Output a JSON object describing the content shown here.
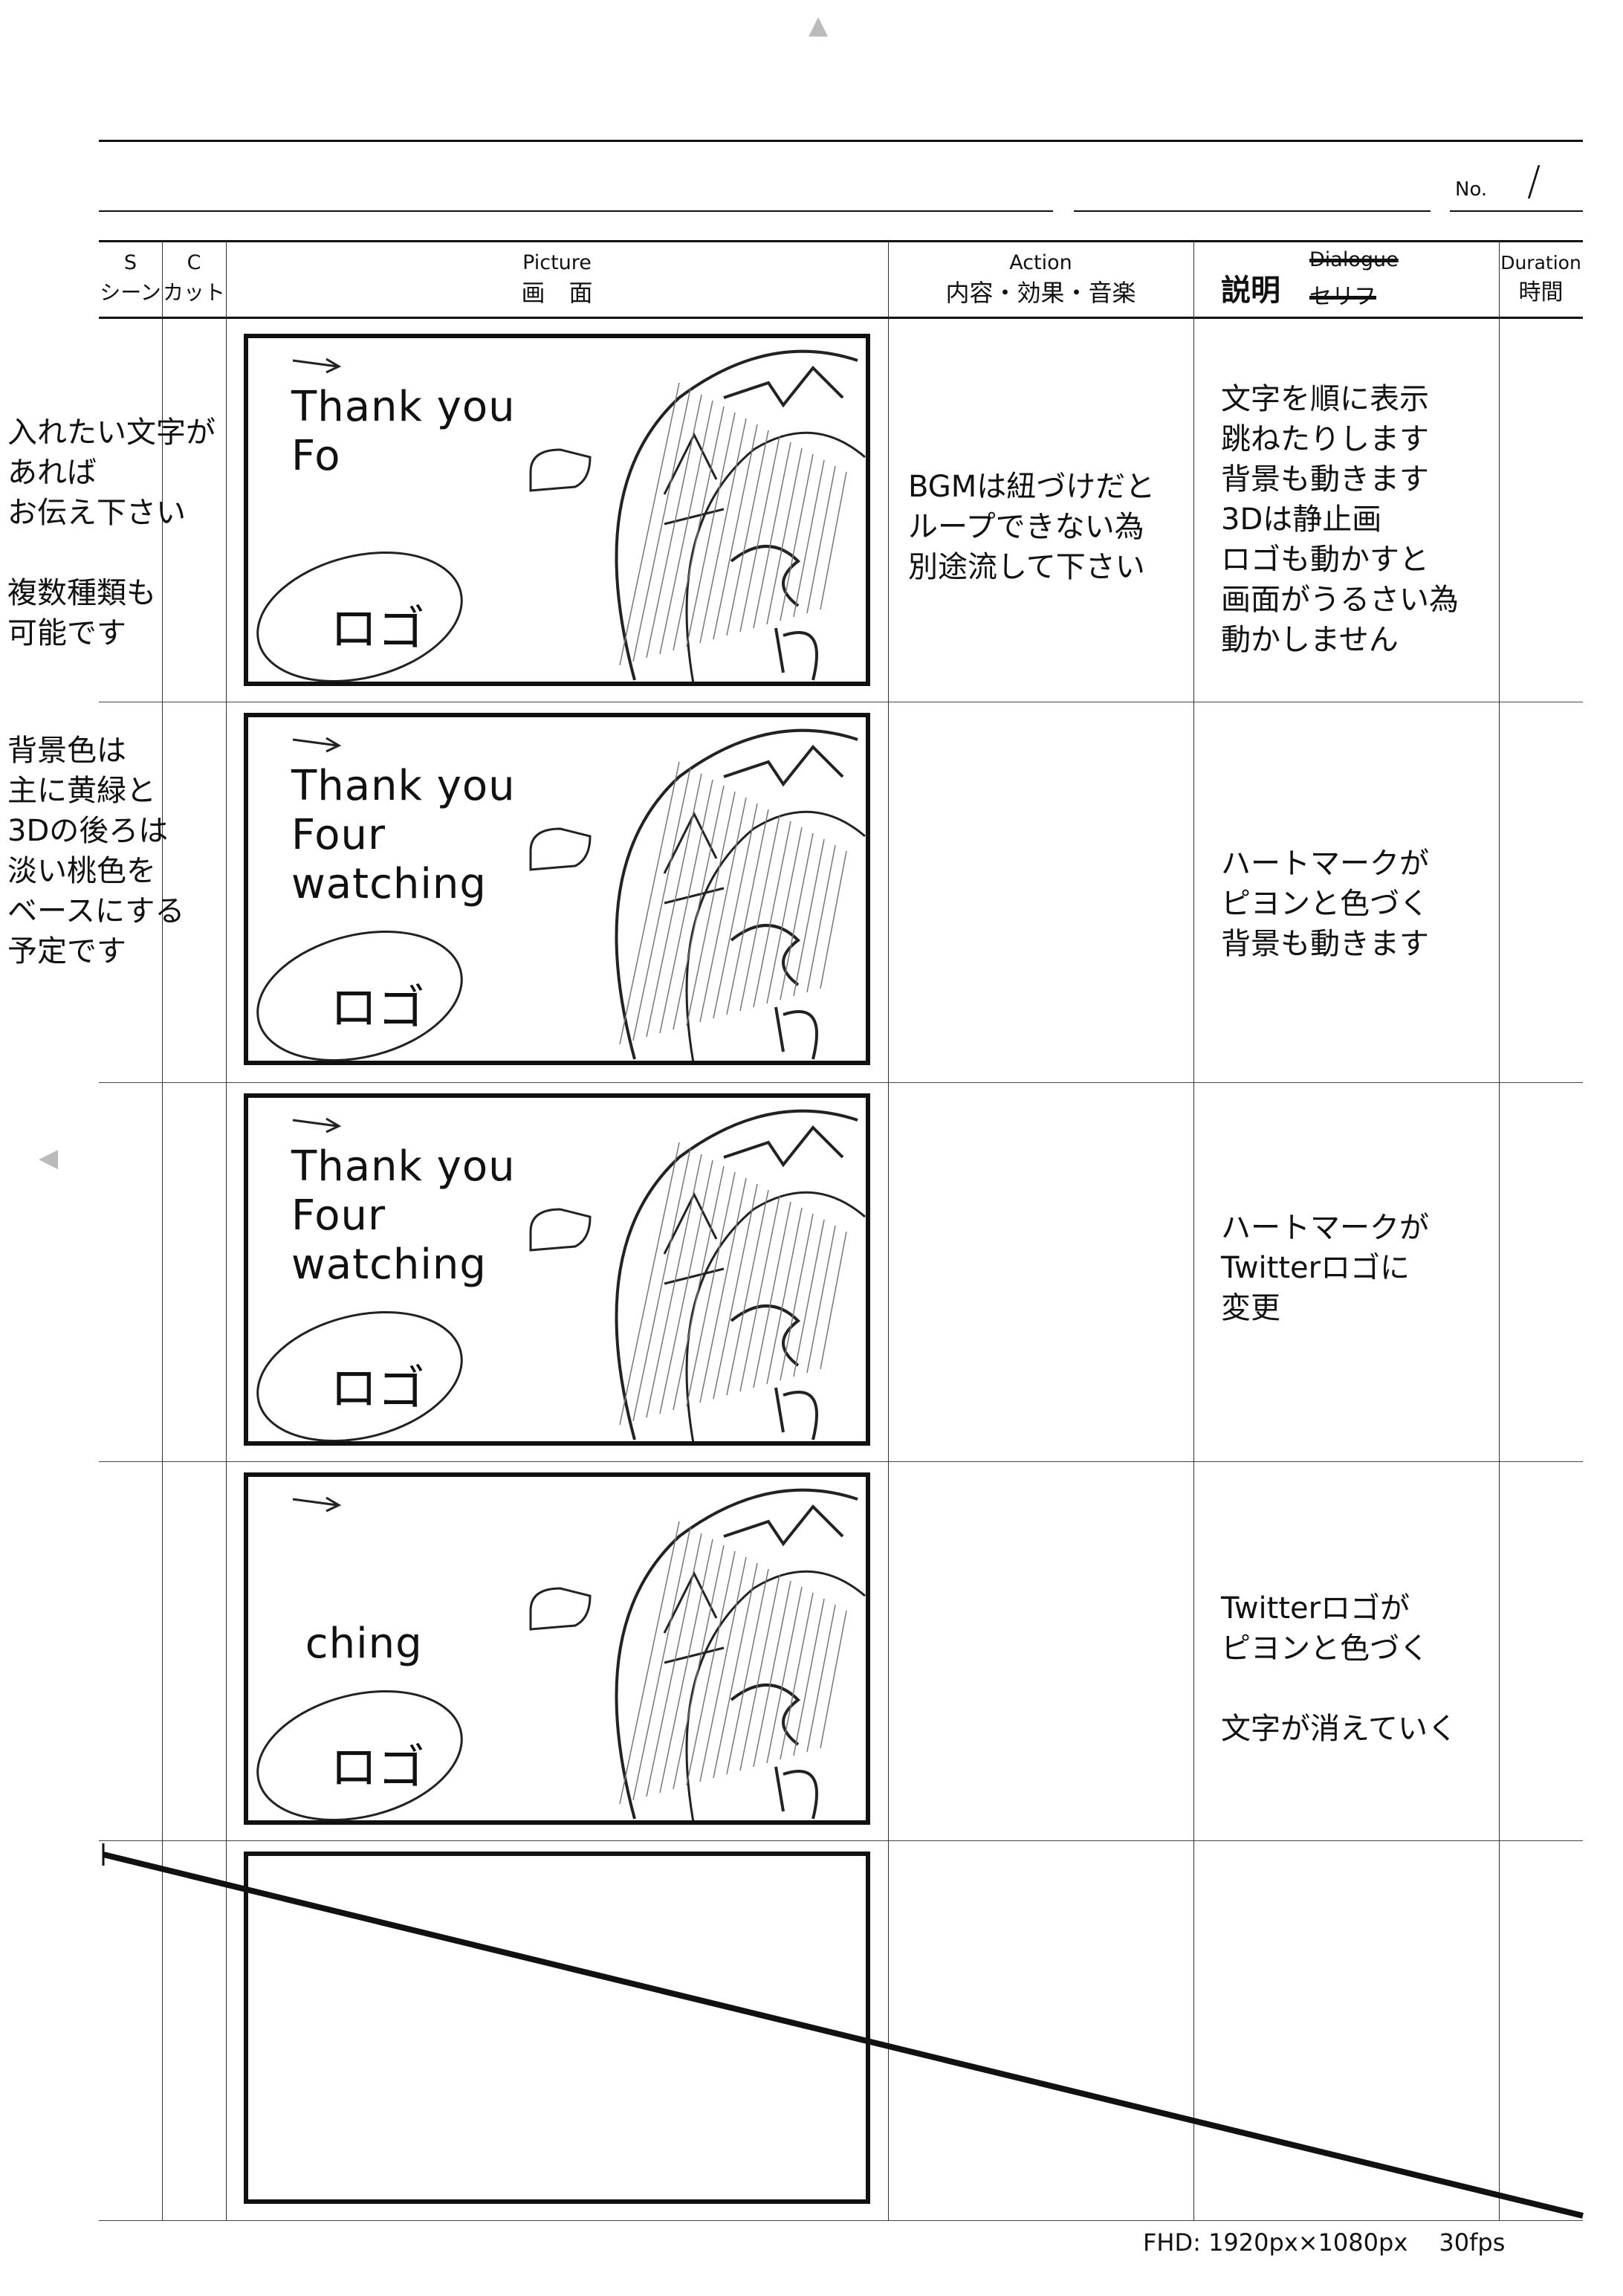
{
  "header": {
    "no_label": "No.",
    "no_value": "/"
  },
  "columns": {
    "scene": {
      "en": "S",
      "jp": "シーン"
    },
    "cut": {
      "en": "C",
      "jp": "カット"
    },
    "picture": {
      "en": "Picture",
      "jp": "画　面"
    },
    "action": {
      "en": "Action",
      "jp": "内容・効果・音楽"
    },
    "dialogue": {
      "replacement": "説明",
      "en_struck": "Dialogue",
      "jp_struck": "セリフ"
    },
    "duration": {
      "en": "Duration",
      "jp": "時間"
    }
  },
  "side_notes": [
    "入れたい文字が\nあれば\nお伝え下さい\n\n複数種類も\n可能です",
    "背景色は\n主に黄緑と\n3Dの後ろは\n淡い桃色を\nベースにする\n予定です"
  ],
  "rows": [
    {
      "panel_text": "Thank you\nFo",
      "logo": "ロゴ",
      "action": "BGMは紐づけだと\nループできない為\n別途流して下さい",
      "description": "文字を順に表示\n跳ねたりします\n背景も動きます\n3Dは静止画\nロゴも動かすと\n画面がうるさい為\n動かしません"
    },
    {
      "panel_text": "Thank you\nFour\nwatching",
      "logo": "ロゴ",
      "action": "",
      "description": "ハートマークが\nピヨンと色づく\n背景も動きます"
    },
    {
      "panel_text": "Thank you\nFour\nwatching",
      "logo": "ロゴ",
      "action": "",
      "description": "ハートマークが\nTwitterロゴに\n変更"
    },
    {
      "panel_text": "\n\n ching",
      "logo": "ロゴ",
      "action": "",
      "description": "Twitterロゴが\nピヨンと色づく\n\n文字が消えていく"
    },
    {
      "panel_text": "",
      "logo": "",
      "action": "",
      "description": ""
    }
  ],
  "footer": {
    "spec": "FHD: 1920px×1080px　 30fps"
  }
}
